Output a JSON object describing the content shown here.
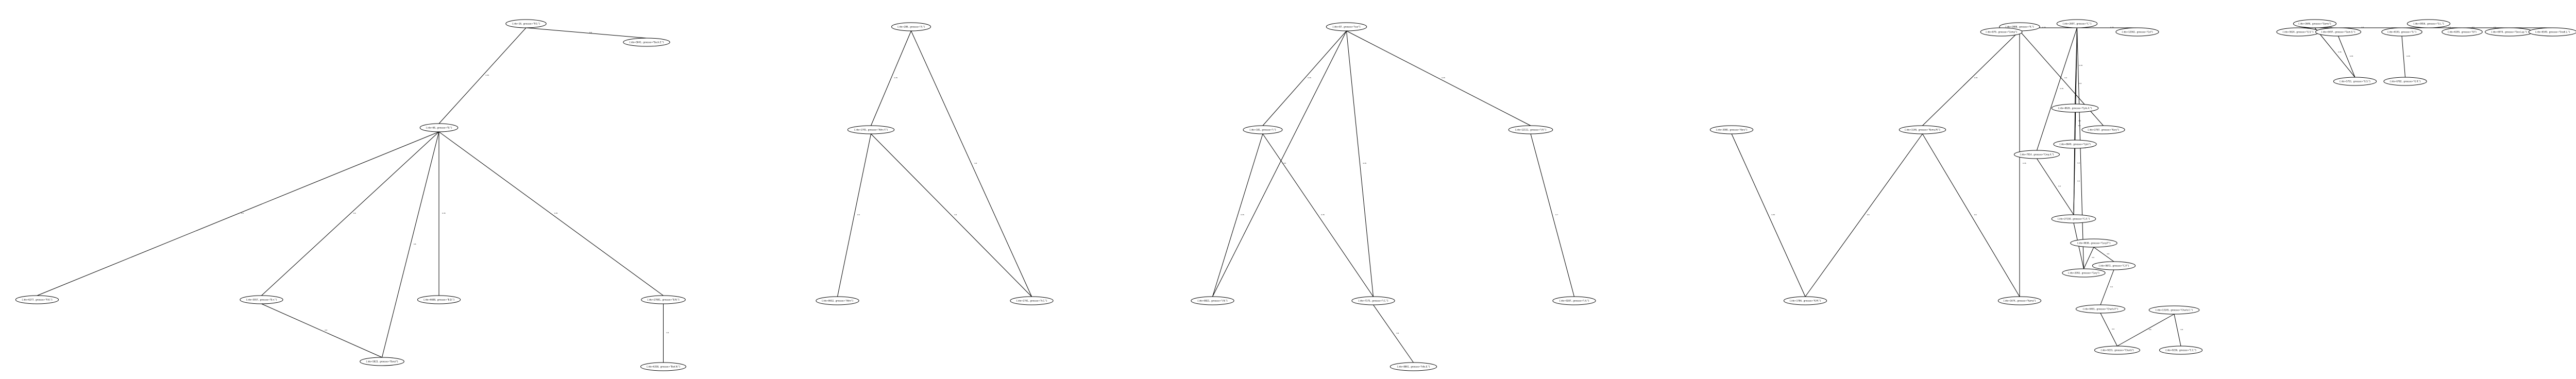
{
  "nodes": [
    {
      "id": "n1",
      "label": "{.ido=16, .groesse=\"P.G.\"}"
    },
    {
      "id": "n2",
      "label": "{.ido=5841, .groesse=\"Buch.Z.\"}"
    },
    {
      "id": "n3",
      "label": "{.ido=68, .groesse=\"B.\"}"
    },
    {
      "id": "n4",
      "label": "{.ido=6277, .groesse=\"R.K.\"}"
    },
    {
      "id": "n5",
      "label": "{.ido=5957, .groesse=\"B.n.\"}"
    },
    {
      "id": "n6",
      "label": "{.ido=6688, .groesse=\"B.D.\"}"
    },
    {
      "id": "n7",
      "label": "{.ido=27801, .groesse=\"B.N.\"}"
    },
    {
      "id": "n8",
      "label": "{.ido=5823, .groesse=\"Bsnzl\"}"
    },
    {
      "id": "n9",
      "label": "{.ido=6358, .groesse=\"Bed.N.\"}"
    },
    {
      "id": "n10",
      "label": "{.ido=286, .groesse=\"A.\"}"
    },
    {
      "id": "n11",
      "label": "{.ido=1745, .groesse=\"Athn.Y.\"}"
    },
    {
      "id": "n12",
      "label": "{.ido=8652, .groesse=\"Athn\"}"
    },
    {
      "id": "n13",
      "label": "{.ido=1761, .groesse=\"A.C.\"}"
    },
    {
      "id": "n14",
      "label": "{.ido=87, .groesse=\"Ivar\"}"
    },
    {
      "id": "n15",
      "label": "{.ido=181, .groesse=\"I.\"}"
    },
    {
      "id": "n16",
      "label": "{.ido=8821, .groesse=\"I.N.\"}"
    },
    {
      "id": "n17",
      "label": "{.ido=7175, .groesse=\"I.C.\"}"
    },
    {
      "id": "n18",
      "label": "{.ido=12111, .groesse=\"I.R.\"}"
    },
    {
      "id": "n19",
      "label": "{.ido=8861, .groesse=\"Idle.E.\"}"
    },
    {
      "id": "n20",
      "label": "{.ido=9287, .groesse=\"I.A.\"}"
    },
    {
      "id": "n21",
      "label": "{.ido=3080, .groesse=\"Koru\"}"
    },
    {
      "id": "n22",
      "label": "{.ido=1786, .groesse=\"K.M.\"}"
    },
    {
      "id": "n23",
      "label": "{.ido=2888, .groesse=\"K.\"}"
    },
    {
      "id": "n24",
      "label": "{.ido=1146, .groesse=\"Koma.M.\"}"
    },
    {
      "id": "n25",
      "label": "{.ido=2787, .groesse=\"Kary\"}"
    },
    {
      "id": "n26",
      "label": "{.ido=1674, .groesse=\"Kama\"}"
    },
    {
      "id": "n27",
      "label": "{.ido=2697, .groesse=\"C.\"}"
    },
    {
      "id": "n28",
      "label": "{.ido=879, .groesse=\"Comp\"}"
    },
    {
      "id": "n29",
      "label": "{.ido=8626, .groesse=\"Cplx.A.\"}"
    },
    {
      "id": "n30",
      "label": "{.ido=12562, .groesse=\"Col\"}"
    },
    {
      "id": "n31",
      "label": "{.ido=7914, .groesse=\"Cmp.A.\"}"
    },
    {
      "id": "n32",
      "label": "{.ido=8649, .groesse=\"Cplx\"}"
    },
    {
      "id": "n33",
      "label": "{.ido=27150, .groesse=\"C.A.\"}"
    },
    {
      "id": "n34",
      "label": "{.ido=2092, .groesse=\"Cary\"}"
    },
    {
      "id": "n35",
      "label": "{.ido=9838, .groesse=\"Cary.P.\"}"
    },
    {
      "id": "n36",
      "label": "{.ido=9872, .groesse=\"C.P.\"}"
    },
    {
      "id": "n37",
      "label": "{.ido=9491, .groesse=\"Charls.P.\"}"
    },
    {
      "id": "n38",
      "label": "{.ido=9231, .groesse=\"Charls\"}"
    },
    {
      "id": "n39",
      "label": "{.ido=13145, .groesse=\"Charls.C.\"}"
    },
    {
      "id": "n40",
      "label": "{.ido=9236, .groesse=\"C.C.\"}"
    },
    {
      "id": "n41",
      "label": "{.ido=3646, .groesse=\"Game\"}"
    },
    {
      "id": "n42",
      "label": "{.ido=5624, .groesse=\"G.S.\"}"
    },
    {
      "id": "n43",
      "label": "{.ido=6497, .groesse=\"Gam.S.\"}"
    },
    {
      "id": "n44",
      "label": "{.ido=5751, .groesse=\"G.S.\"}"
    },
    {
      "id": "n45",
      "label": "{.ido=9956, .groesse=\"G.L.\"}"
    },
    {
      "id": "n46",
      "label": "{.ido=6193, .groesse=\"G.\"}"
    },
    {
      "id": "n47",
      "label": "{.ido=6295, .groesse=\"Gl\"}"
    },
    {
      "id": "n48",
      "label": "{.ido=6974, .groesse=\"Gen.Lup.\"}"
    },
    {
      "id": "n49",
      "label": "{.ido=6549, .groesse=\"Gradl.L.\"}"
    },
    {
      "id": "n50",
      "label": "{.ido=6782, .groesse=\"G.R.\"}"
    },
    {
      "id": "n51",
      "label": "{.ido=6328, .groesse=\"Foljan\"}"
    },
    {
      "id": "n52",
      "label": "{.ido=7252, .groesse=\"F.F.\"}"
    },
    {
      "id": "n53",
      "label": "{.ido=8374, .groesse=\"Ff.\"}"
    },
    {
      "id": "n54",
      "label": "{.ido=5407, .groesse=\"Fyamb\"}"
    },
    {
      "id": "n55",
      "label": "{.ido=12777, .groesse=\"Fynn.J.\"}"
    },
    {
      "id": "n56",
      "label": "{.ido=5989, .groesse=\"Fj.\"}"
    }
  ],
  "edges": [
    {
      "from": "n1",
      "to": "n2",
      "label": "0.6"
    },
    {
      "from": "n1",
      "to": "n3",
      "label": "0.35"
    },
    {
      "from": "n3",
      "to": "n4",
      "label": "0.6"
    },
    {
      "from": "n3",
      "to": "n5",
      "label": "0.6"
    },
    {
      "from": "n3",
      "to": "n6",
      "label": "0.35"
    },
    {
      "from": "n3",
      "to": "n7",
      "label": "0.35"
    },
    {
      "from": "n3",
      "to": "n8",
      "label": "0.6"
    },
    {
      "from": "n5",
      "to": "n8",
      "label": "0.6"
    },
    {
      "from": "n7",
      "to": "n9",
      "label": "0.6"
    },
    {
      "from": "n10",
      "to": "n11",
      "label": "0.35"
    },
    {
      "from": "n10",
      "to": "n13",
      "label": "0.6"
    },
    {
      "from": "n11",
      "to": "n12",
      "label": "0.6"
    },
    {
      "from": "n11",
      "to": "n13",
      "label": "0.6"
    },
    {
      "from": "n14",
      "to": "n15",
      "label": "0.35"
    },
    {
      "from": "n14",
      "to": "n16",
      "label": "0.35"
    },
    {
      "from": "n14",
      "to": "n17",
      "label": "0.35"
    },
    {
      "from": "n14",
      "to": "n18",
      "label": "0.35"
    },
    {
      "from": "n15",
      "to": "n16",
      "label": "0.35"
    },
    {
      "from": "n15",
      "to": "n17",
      "label": "0.35"
    },
    {
      "from": "n17",
      "to": "n19",
      "label": "0.6"
    },
    {
      "from": "n18",
      "to": "n20",
      "label": "0.7"
    },
    {
      "from": "n21",
      "to": "n22",
      "label": "0.35"
    },
    {
      "from": "n23",
      "to": "n24",
      "label": "0.35"
    },
    {
      "from": "n23",
      "to": "n25",
      "label": "0.6"
    },
    {
      "from": "n23",
      "to": "n26",
      "label": "0.35"
    },
    {
      "from": "n24",
      "to": "n22",
      "label": "0.6"
    },
    {
      "from": "n24",
      "to": "n26",
      "label": "0.6"
    },
    {
      "from": "n27",
      "to": "n28",
      "label": "0.35"
    },
    {
      "from": "n27",
      "to": "n29",
      "label": "0.35"
    },
    {
      "from": "n27",
      "to": "n30",
      "label": "0.35"
    },
    {
      "from": "n27",
      "to": "n31",
      "label": "0.35"
    },
    {
      "from": "n27",
      "to": "n32",
      "label": "0.6"
    },
    {
      "from": "n27",
      "to": "n33",
      "label": "0.6"
    },
    {
      "from": "n27",
      "to": "n34",
      "label": "0.6"
    },
    {
      "from": "n29",
      "to": "n32",
      "label": "0.6"
    },
    {
      "from": "n29",
      "to": "n33",
      "label": "0.6"
    },
    {
      "from": "n31",
      "to": "n33",
      "label": "0.6"
    },
    {
      "from": "n32",
      "to": "n33",
      "label": "0.6"
    },
    {
      "from": "n33",
      "to": "n34",
      "label": "0.6"
    },
    {
      "from": "n35",
      "to": "n34",
      "label": "0.6"
    },
    {
      "from": "n35",
      "to": "n36",
      "label": "0.6"
    },
    {
      "from": "n36",
      "to": "n37",
      "label": "0.6"
    },
    {
      "from": "n37",
      "to": "n38",
      "label": "0.6"
    },
    {
      "from": "n39",
      "to": "n38",
      "label": "0.6"
    },
    {
      "from": "n39",
      "to": "n40",
      "label": "0.6"
    },
    {
      "from": "n41",
      "to": "n42",
      "label": "0.35"
    },
    {
      "from": "n41",
      "to": "n43",
      "label": "0.6"
    },
    {
      "from": "n41",
      "to": "n44",
      "label": "0.35"
    },
    {
      "from": "n41",
      "to": "n46",
      "label": "0.6"
    },
    {
      "from": "n43",
      "to": "n44",
      "label": "0.35"
    },
    {
      "from": "n45",
      "to": "n46",
      "label": "0.6"
    },
    {
      "from": "n45",
      "to": "n47",
      "label": "0.6"
    },
    {
      "from": "n45",
      "to": "n48",
      "label": "0.6"
    },
    {
      "from": "n45",
      "to": "n49",
      "label": "0.6"
    },
    {
      "from": "n46",
      "to": "n50",
      "label": "0.35"
    },
    {
      "from": "n51",
      "to": "n52",
      "label": "0.35"
    },
    {
      "from": "n51",
      "to": "n54",
      "label": "0.35"
    },
    {
      "from": "n52",
      "to": "n54",
      "label": "0.35"
    },
    {
      "from": "n53",
      "to": "n54",
      "label": "0.35"
    },
    {
      "from": "n54",
      "to": "n56",
      "label": "0.6"
    },
    {
      "from": "n55",
      "to": "n56",
      "label": "0.6"
    }
  ]
}
